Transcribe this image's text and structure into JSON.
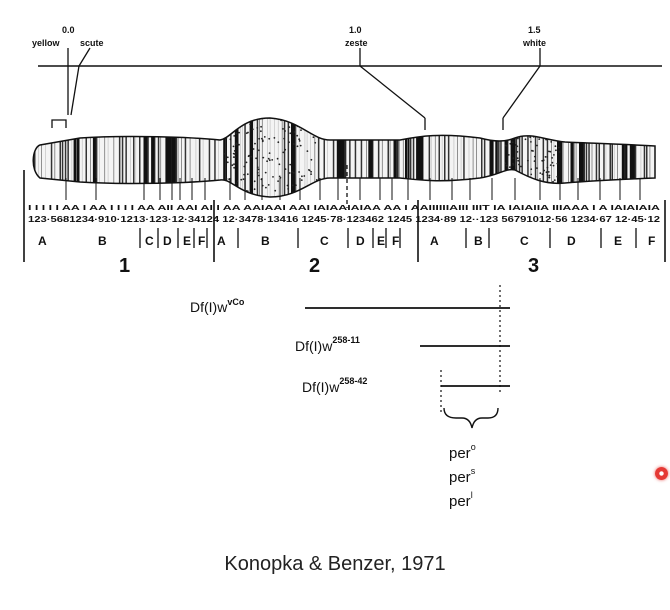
{
  "genes": [
    {
      "position": "0.0",
      "name": "yellow"
    },
    {
      "position": "",
      "name": "scute"
    },
    {
      "position": "1.0",
      "name": "zeste"
    },
    {
      "position": "1.5",
      "name": "white"
    }
  ],
  "band_numbers": "I I I I I AA I AA I I I I AA AII AAI AI I AA AAIAAI AAI IAIAAIAIAA AA I AAIIIIIIAIII IIIT IA IAIAIIA IIIAAA I A IAIAIAIA",
  "band_digits": "123·5681234·910·1213·123·12·34124 12·3478·13416 1245·78·123462 1245 1234·89 12··123 56791012·56 1234·67 12·45·12",
  "subdivisions": [
    {
      "label": "A"
    },
    {
      "label": "B"
    },
    {
      "label": "C"
    },
    {
      "label": "D"
    },
    {
      "label": "E"
    },
    {
      "label": "F"
    },
    {
      "label": "A"
    },
    {
      "label": "B"
    },
    {
      "label": "C"
    },
    {
      "label": "D"
    },
    {
      "label": "E"
    },
    {
      "label": "F"
    },
    {
      "label": "A"
    },
    {
      "label": "B"
    },
    {
      "label": "C"
    },
    {
      "label": "D"
    },
    {
      "label": "E"
    },
    {
      "label": "F"
    }
  ],
  "divisions": [
    "1",
    "2",
    "3"
  ],
  "deficiencies": [
    {
      "base": "Df(I)w",
      "sup": "vCo"
    },
    {
      "base": "Df(I)w",
      "sup": "258-11"
    },
    {
      "base": "Df(I)w",
      "sup": "258-42"
    }
  ],
  "alleles": [
    {
      "base": "per",
      "sup": "o"
    },
    {
      "base": "per",
      "sup": "s"
    },
    {
      "base": "per",
      "sup": "l"
    }
  ],
  "citation": "Konopka & Benzer, 1971"
}
